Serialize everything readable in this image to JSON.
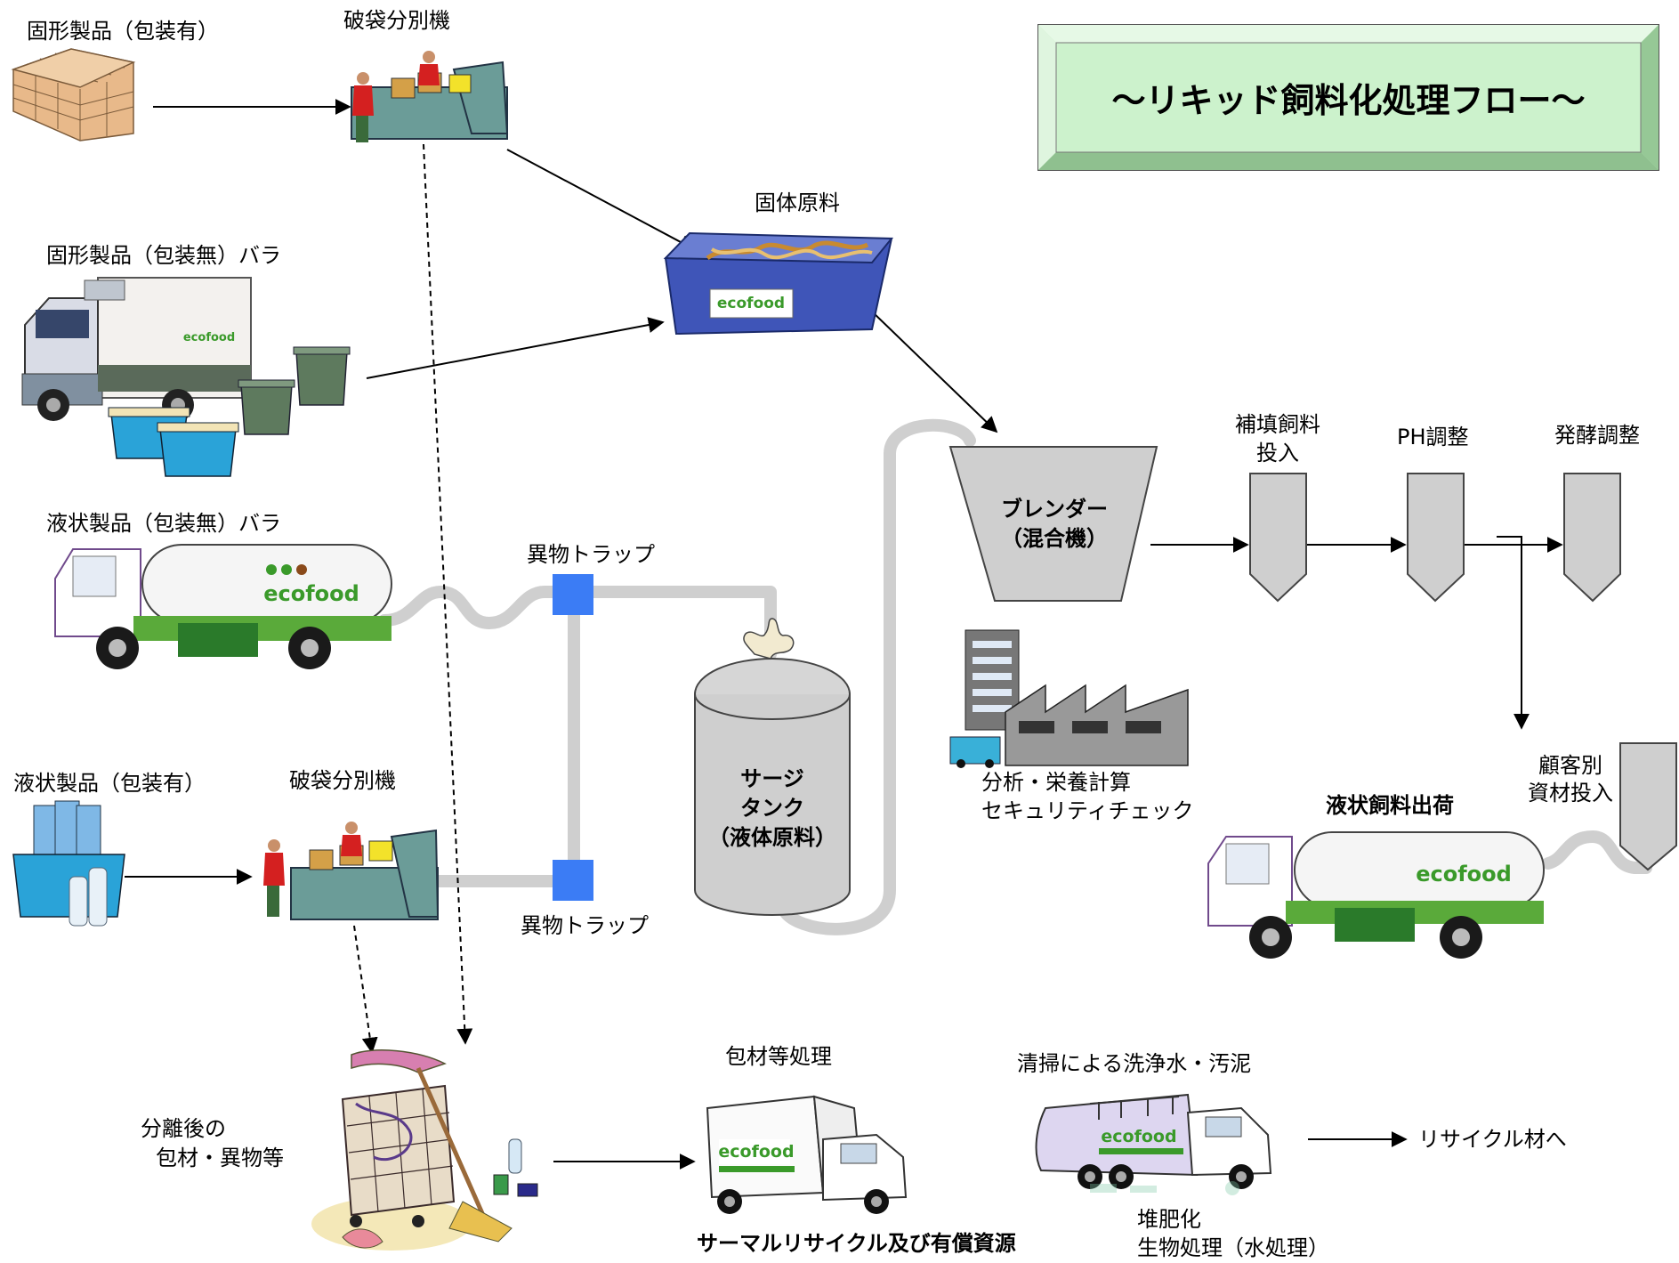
{
  "title": "～リキッド飼料化処理フロー～",
  "labels": {
    "solid_packaged": "固形製品（包装有）",
    "bag_separator_1": "破袋分別機",
    "solid_raw": "固体原料",
    "solid_unpackaged": "固形製品（包装無）バラ",
    "liquid_unpackaged": "液状製品（包装無）バラ",
    "foreign_trap_1": "異物トラップ",
    "foreign_trap_2": "異物トラップ",
    "liquid_packaged": "液状製品（包装有）",
    "bag_separator_2": "破袋分別機",
    "surge_tank_1": "サージ",
    "surge_tank_2": "タンク",
    "surge_tank_3": "（液体原料）",
    "blender_1": "ブレンダー",
    "blender_2": "（混合機）",
    "supplement_1": "補填飼料",
    "supplement_2": "投入",
    "ph_adjust": "PH調整",
    "fermentation": "発酵調整",
    "analysis_1": "分析・栄養計算",
    "analysis_2": "セキュリティチェック",
    "customer_1": "顧客別",
    "customer_2": "資材投入",
    "liquid_feed_ship": "液状飼料出荷",
    "separated_1": "分離後の",
    "separated_2": "包材・異物等",
    "packaging_treat": "包材等処理",
    "thermal_recycle": "サーマルリサイクル及び有償資源",
    "wash_water": "清掃による洗浄水・汚泥",
    "to_recycle": "リサイクル材へ",
    "compost_1": "堆肥化",
    "compost_2": "生物処理（水処理）"
  },
  "logo_text": "ecofood",
  "colors": {
    "title_bg": "#ccf2cc",
    "trap_blue": "#3b7cf5",
    "pipe_gray": "#cfcfcf",
    "vessel_gray": "#cfcfcf",
    "bin_blue": "#3f55b8",
    "eco_green": "#3a9a2a"
  }
}
